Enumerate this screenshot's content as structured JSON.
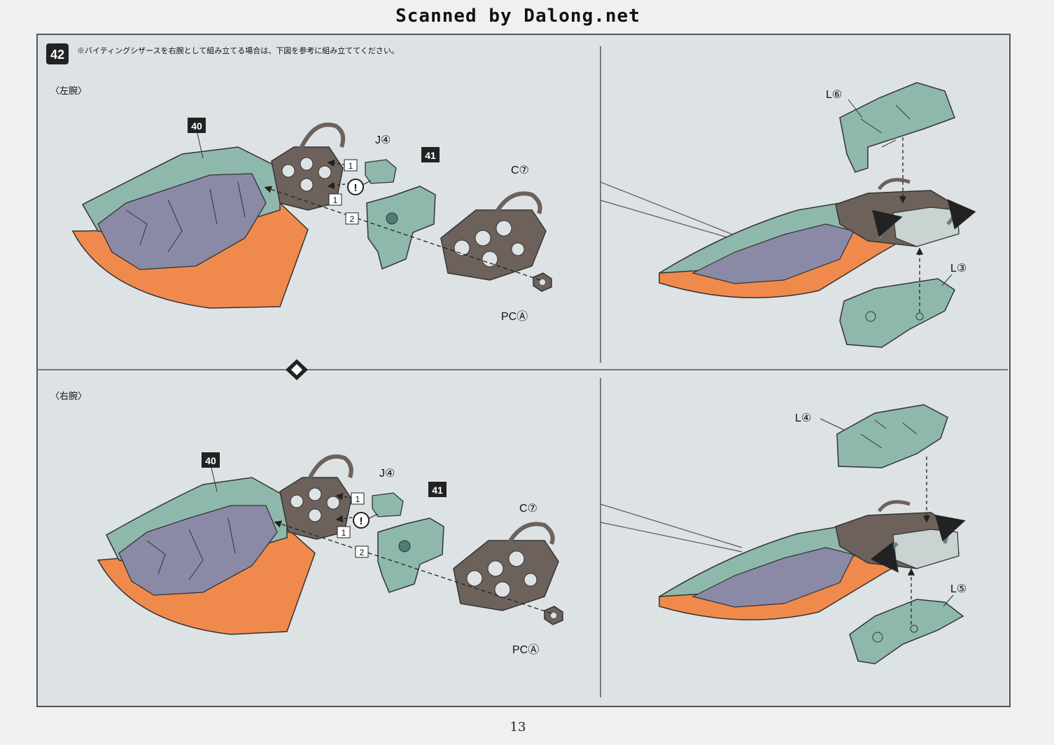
{
  "banner": "Scanned by Dalong.net",
  "step": {
    "number": "42",
    "note": "※バイティングシザースを右腕として組み立てる場合は、下図を参考に組み立ててください。"
  },
  "sections": {
    "left_arm": "〈左腕〉",
    "right_arm": "〈右腕〉"
  },
  "steps": {
    "s40": "40",
    "s41": "41",
    "one": "1",
    "two": "2",
    "caution": "!"
  },
  "parts": {
    "j4": "J④",
    "c7": "C⑦",
    "pca": "PCⒶ",
    "l6": "L⑥",
    "l3": "L③",
    "l4": "L④",
    "l5": "L⑤"
  },
  "page_number": "13",
  "colors": {
    "teal": "#8fb8ac",
    "dark_teal": "#4d7e72",
    "orange": "#f08a4c",
    "brown": "#6d625b",
    "purple_gray": "#8a8aa6",
    "frame": "#555555",
    "background": "#dde2e5"
  }
}
